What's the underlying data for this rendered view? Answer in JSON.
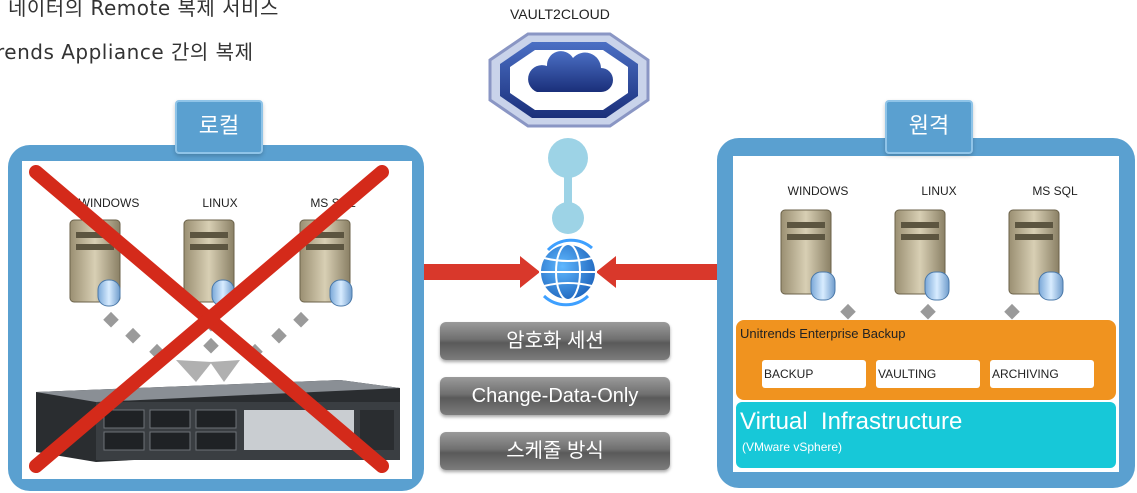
{
  "heading": {
    "line1": "네이터의 Remote 복제 서비스",
    "line2": "rends Appliance 간의 복제"
  },
  "cloud": {
    "label": "VAULT2CLOUD"
  },
  "local": {
    "title": "로컬",
    "servers": [
      "WINDOWS",
      "LINUX",
      "MS SQL"
    ]
  },
  "remote": {
    "title": "원격",
    "servers": [
      "WINDOWS",
      "LINUX",
      "MS SQL"
    ],
    "ueb_title": "Unitrends Enterprise Backup",
    "chips": [
      "BACKUP",
      "VAULTING",
      "ARCHIVING"
    ],
    "vi_title": "Virtual  Infrastructure",
    "vi_sub": "(VMware vSphere)"
  },
  "features": [
    "암호화 세션",
    "Change-Data-Only",
    "스케줄 방식"
  ],
  "colors": {
    "panel": "#5aa0d0",
    "arrow": "#d9382b",
    "orange": "#f0931f",
    "cyan": "#17c8d8",
    "cross": "#d42a1a"
  }
}
